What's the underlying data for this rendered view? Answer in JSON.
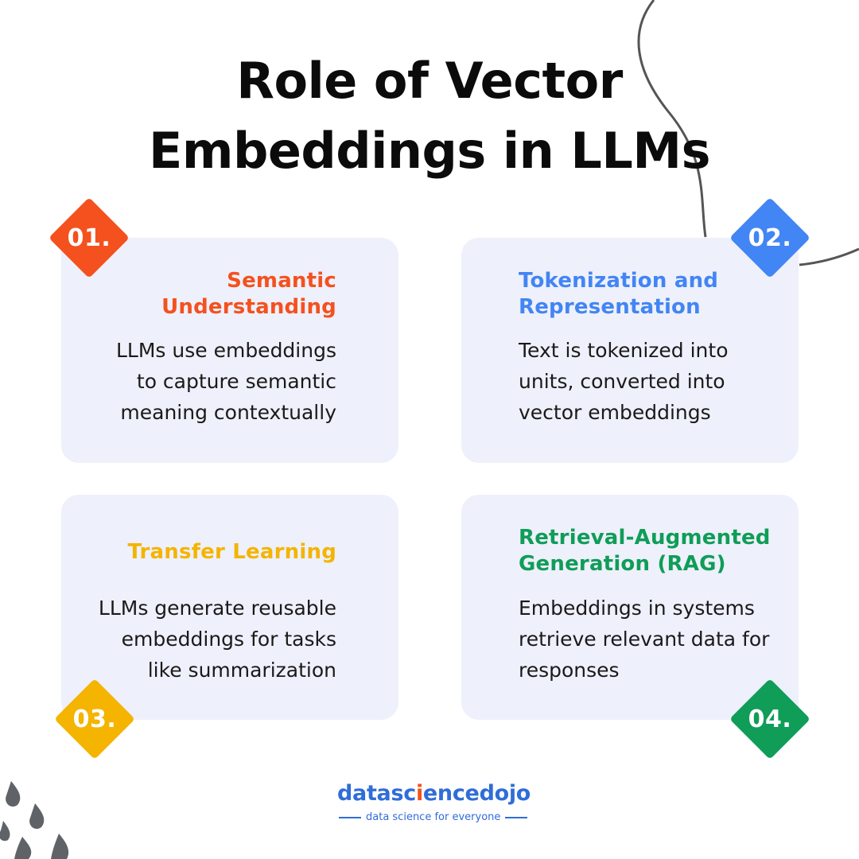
{
  "title": {
    "line1": "Role of Vector",
    "line2": "Embeddings in LLMs"
  },
  "cards": [
    {
      "number": "01.",
      "color": "#f4511e",
      "heading_line1": "Semantic",
      "heading_line2": "Understanding",
      "text_lines": [
        "LLMs use embeddings",
        "to capture semantic",
        "meaning contextually"
      ]
    },
    {
      "number": "02.",
      "color": "#4285f4",
      "heading_line1": "Tokenization and",
      "heading_line2": "Representation",
      "text_lines": [
        "Text is tokenized into",
        "units, converted into",
        "vector embeddings"
      ]
    },
    {
      "number": "03.",
      "color": "#f4b400",
      "heading_line1": "Transfer Learning",
      "text_lines": [
        "LLMs generate reusable",
        "embeddings for tasks",
        "like summarization"
      ]
    },
    {
      "number": "04.",
      "color": "#0f9d58",
      "heading_line1": "Retrieval-Augmented",
      "heading_line2": "Generation (RAG)",
      "text_lines": [
        "Embeddings in systems",
        "retrieve relevant data for",
        "responses"
      ]
    }
  ],
  "logo": {
    "word_a": "datasc",
    "word_b": "i",
    "word_c": "ence",
    "word_d": "dojo",
    "tagline": "data science for everyone"
  }
}
